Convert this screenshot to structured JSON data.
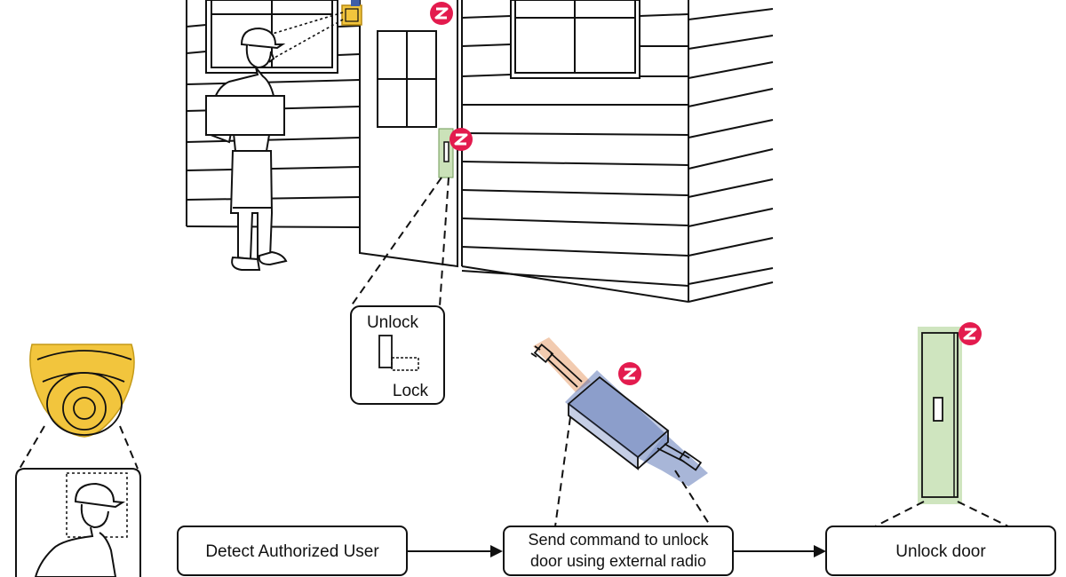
{
  "lock_inset": {
    "unlock_label": "Unlock",
    "lock_label": "Lock"
  },
  "flow": {
    "step1": "Detect Authorized User",
    "step2_line1": "Send command to unlock",
    "step2_line2": "door using external radio",
    "step3": "Unlock door"
  },
  "colors": {
    "camera_highlight": "#f2c53d",
    "radio_highlight": "#3f5ea8",
    "plug_highlight": "#e8a070",
    "lock_highlight": "#a8cf8a",
    "zwave_badge": "#e31b4e",
    "line": "#111111"
  },
  "icons": [
    "zwave-badge-icon",
    "security-camera-icon",
    "external-radio-icon",
    "door-lock-icon",
    "power-plug-icon"
  ]
}
